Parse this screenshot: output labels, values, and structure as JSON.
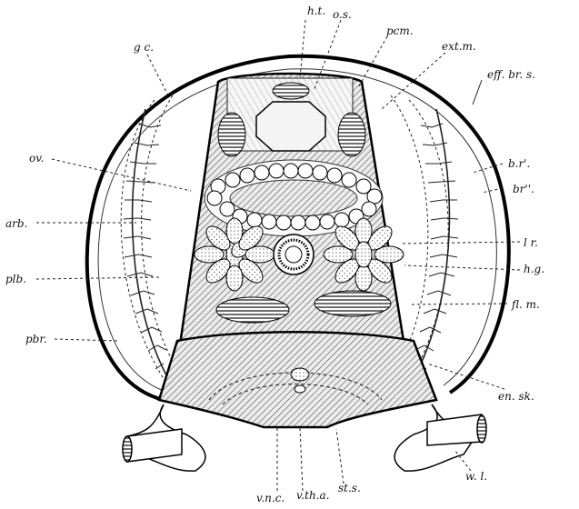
{
  "figure": {
    "labels": {
      "ht": "h.t.",
      "os": "o.s.",
      "pcm": "pcm.",
      "extm": "ext.m.",
      "gc": "g c.",
      "effbrs": "eff. br. s.",
      "ov": "ov.",
      "brp": "b.r'.",
      "brpp": "br''.",
      "arb": "arb.",
      "lr": "l r.",
      "plb": "plb.",
      "hg": "h.g.",
      "flm": "fl. m.",
      "pbr": "pbr.",
      "ensk": "en. sk.",
      "vnc": "v.n.c.",
      "vtha": "v.th.a.",
      "sts": "st.s.",
      "wl": "w. l."
    }
  }
}
